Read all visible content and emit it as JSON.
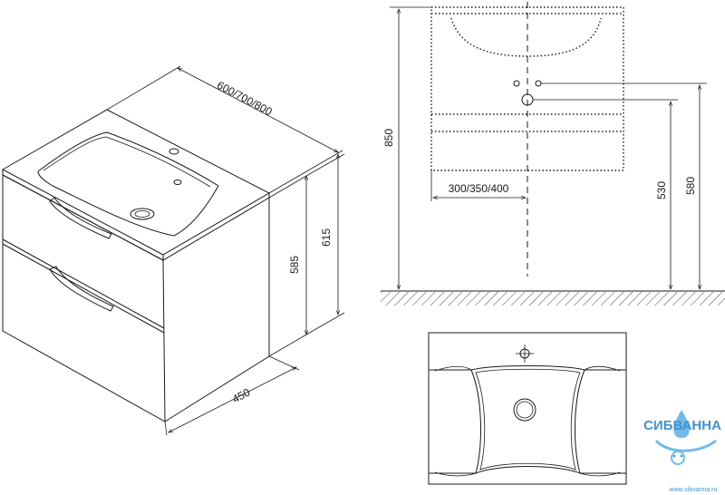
{
  "dimensions": {
    "width_options": "600/700/800",
    "depth": "450",
    "cabinet_height": "585",
    "total_height": "615",
    "overall_height": "850",
    "siphon_height": "530",
    "tap_height": "580",
    "center_offset": "300/350/400"
  },
  "watermark": {
    "brand": "СИБВАННА",
    "url": "www.sibvanna.ru"
  }
}
